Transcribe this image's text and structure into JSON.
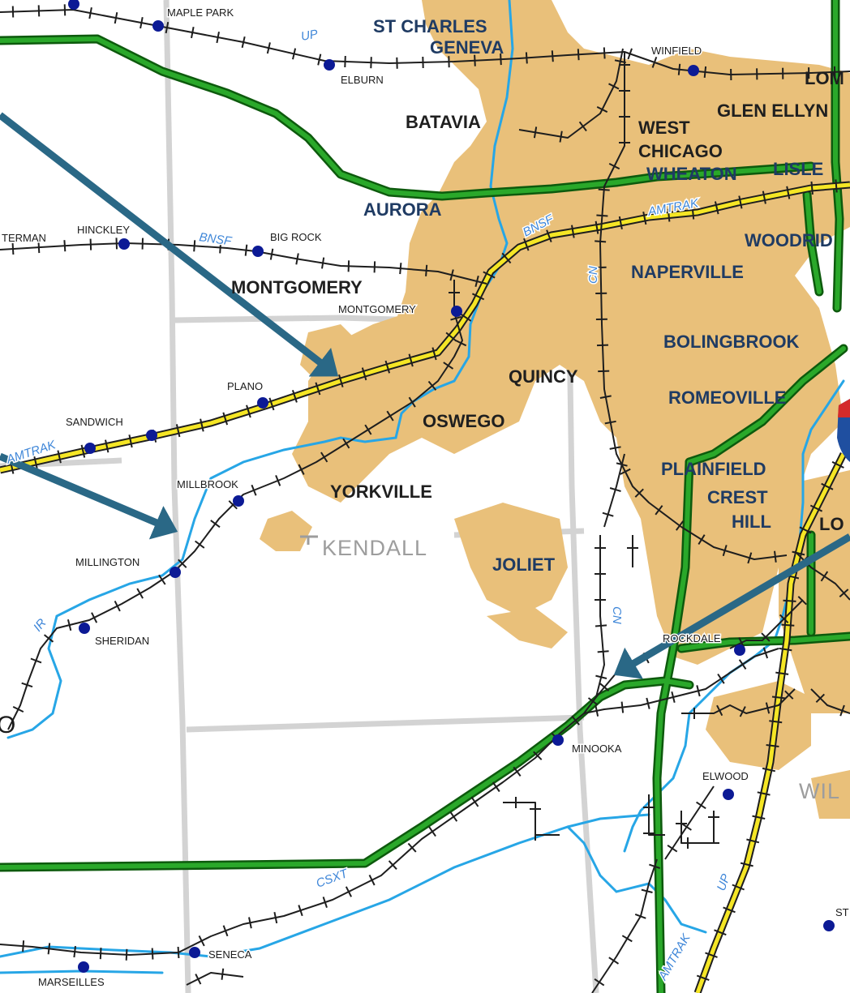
{
  "map": {
    "colors": {
      "urban": "#e9c07a",
      "highway": "#2aa82a",
      "highway_edge": "#0d5a0d",
      "amtrak_line": "#f5e625",
      "rail": "#1e1e1e",
      "water": "#27a6e6",
      "county_line": "#cfcfcf",
      "arrow": "#2a6886",
      "town_dot": "#0c1a95"
    },
    "cities": [
      {
        "key": "st_charles",
        "text": "ST CHARLES"
      },
      {
        "key": "geneva",
        "text": "GENEVA"
      },
      {
        "key": "batavia",
        "text": "BATAVIA"
      },
      {
        "key": "aurora",
        "text": "AURORA"
      },
      {
        "key": "montgomery",
        "text": "MONTGOMERY"
      },
      {
        "key": "west",
        "text": "WEST"
      },
      {
        "key": "chicago",
        "text": "CHICAGO"
      },
      {
        "key": "wheaton",
        "text": "WHEATON"
      },
      {
        "key": "lisle",
        "text": "LISLE"
      },
      {
        "key": "glen_ellyn",
        "text": "GLEN ELLYN"
      },
      {
        "key": "lom",
        "text": "LOM"
      },
      {
        "key": "woodrid",
        "text": "WOODRID"
      },
      {
        "key": "naperville",
        "text": "NAPERVILLE"
      },
      {
        "key": "bolingbrook",
        "text": "BOLINGBROOK"
      },
      {
        "key": "quincy",
        "text": "QUINCY"
      },
      {
        "key": "romeoville",
        "text": "ROMEOVILLE"
      },
      {
        "key": "oswego",
        "text": "OSWEGO"
      },
      {
        "key": "yorkville",
        "text": "YORKVILLE"
      },
      {
        "key": "plainfield",
        "text": "PLAINFIELD"
      },
      {
        "key": "crest",
        "text": "CREST"
      },
      {
        "key": "hill",
        "text": "HILL"
      },
      {
        "key": "lo",
        "text": "LO"
      },
      {
        "key": "joliet",
        "text": "JOLIET"
      }
    ],
    "towns": [
      {
        "key": "maple_park",
        "text": "MAPLE PARK"
      },
      {
        "key": "elburn",
        "text": "ELBURN"
      },
      {
        "key": "winfield",
        "text": "WINFIELD"
      },
      {
        "key": "waterman",
        "text": "TERMAN"
      },
      {
        "key": "hinckley",
        "text": "HINCKLEY"
      },
      {
        "key": "big_rock",
        "text": "BIG ROCK"
      },
      {
        "key": "montgomery_stn",
        "text": "MONTGOMERY"
      },
      {
        "key": "plano",
        "text": "PLANO"
      },
      {
        "key": "sandwich",
        "text": "SANDWICH"
      },
      {
        "key": "millbrook",
        "text": "MILLBROOK"
      },
      {
        "key": "millington",
        "text": "MILLINGTON"
      },
      {
        "key": "sheridan",
        "text": "SHERIDAN"
      },
      {
        "key": "rockdale",
        "text": "ROCKDALE"
      },
      {
        "key": "minooka",
        "text": "MINOOKA"
      },
      {
        "key": "elwood",
        "text": "ELWOOD"
      },
      {
        "key": "seneca",
        "text": "SENECA"
      },
      {
        "key": "marseilles",
        "text": "MARSEILLES"
      },
      {
        "key": "st_edge",
        "text": "ST"
      }
    ],
    "rail_labels": [
      {
        "key": "up_top",
        "text": "UP"
      },
      {
        "key": "bnsf_left",
        "text": "BNSF"
      },
      {
        "key": "bnsf_mid",
        "text": "BNSF"
      },
      {
        "key": "amtrak_top",
        "text": "AMTRAK"
      },
      {
        "key": "amtrak_left",
        "text": "AMTRAK"
      },
      {
        "key": "cn_top",
        "text": "CN"
      },
      {
        "key": "cn_bottom",
        "text": "CN"
      },
      {
        "key": "ir",
        "text": "IR"
      },
      {
        "key": "csxt",
        "text": "CSXT"
      },
      {
        "key": "up_bottom",
        "text": "UP"
      },
      {
        "key": "amtrak_bottom",
        "text": "AMTRAK"
      }
    ],
    "counties": [
      {
        "key": "kendall",
        "text": "KENDALL"
      },
      {
        "key": "will",
        "text": "WIL"
      }
    ],
    "edge_marker": {
      "text": "O"
    }
  }
}
